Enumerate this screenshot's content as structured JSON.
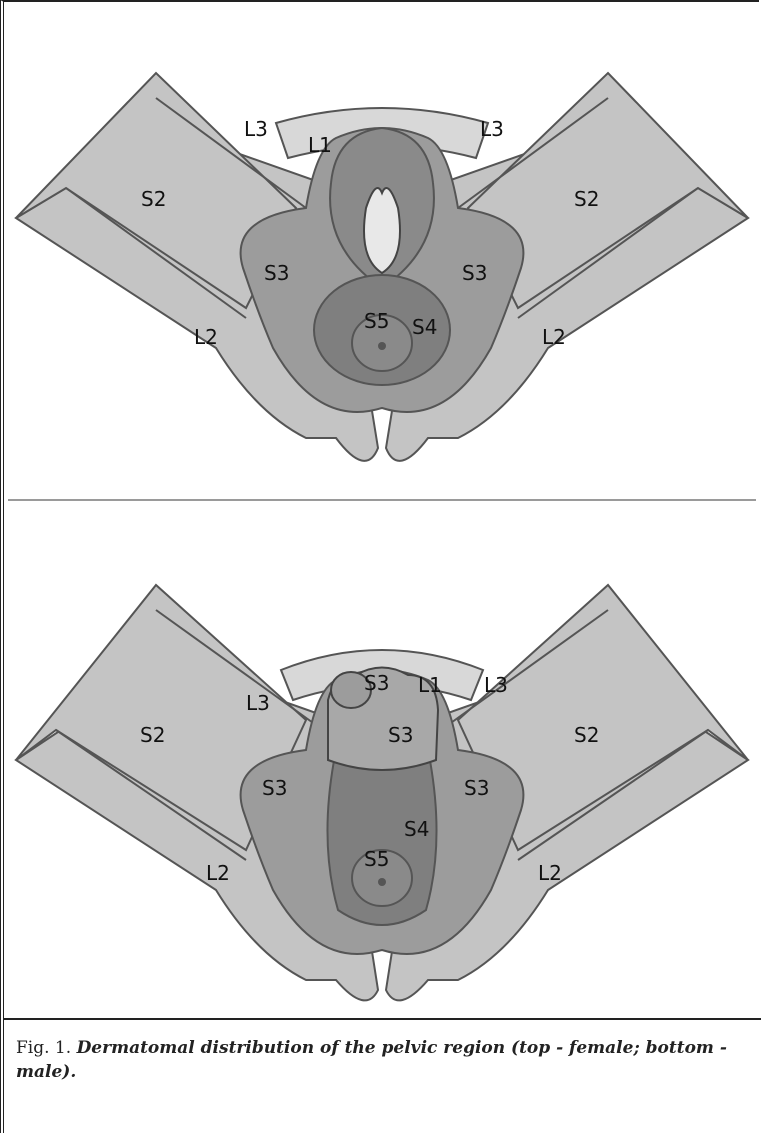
{
  "top": {
    "labels": [
      "L3",
      "L1",
      "L3",
      "S2",
      "S2",
      "S3",
      "S3",
      "S5",
      "S4",
      "L2",
      "L2"
    ]
  },
  "bottom": {
    "labels": [
      "L3",
      "S3",
      "L1",
      "L3",
      "S2",
      "S2",
      "S3",
      "S3",
      "S3",
      "S4",
      "S5",
      "L2",
      "L2"
    ]
  },
  "caption": {
    "fig": "Fig. 1.",
    "text": "Dermatomal distribution of the pelvic region (top - female; bottom - male)."
  },
  "colors": {
    "light": "#c4c4c4",
    "mid": "#9c9c9c",
    "dark": "#7f7f7f",
    "outline": "#555555"
  }
}
